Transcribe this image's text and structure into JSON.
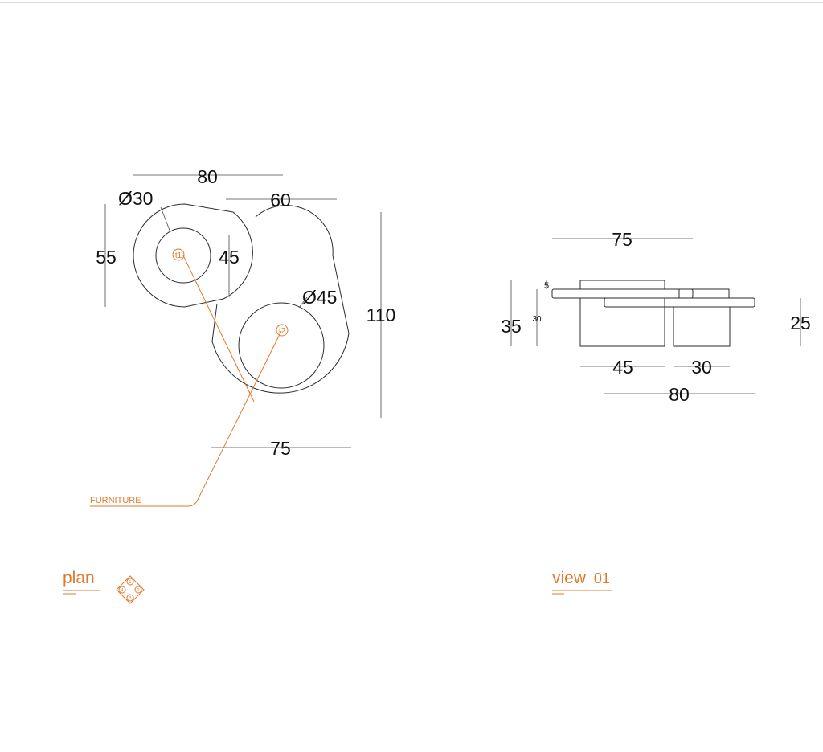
{
  "plan": {
    "dims": {
      "top_width": "80",
      "right_width": "60",
      "left_height": "55",
      "inner_height": "45",
      "total_height": "110",
      "bottom_width": "75",
      "small_diameter": "Ø30",
      "large_diameter": "Ø45"
    },
    "tags": {
      "t1": "t1",
      "t2": "t2"
    },
    "leader_label": "FURNITURE",
    "title": "plan",
    "compass": {
      "n": "1",
      "e": "2",
      "s": "3",
      "w": "4"
    }
  },
  "view": {
    "dims": {
      "top_width": "75",
      "top_thickness": "5",
      "left_total_height": "35",
      "left_body_height": "30",
      "right_height": "25",
      "block_left_width": "45",
      "block_right_width": "30",
      "bottom_width": "80"
    },
    "title_main": "view",
    "title_number": "01"
  },
  "colors": {
    "line": "#2b2b2b",
    "accent": "#e07a2e",
    "background": "#ffffff"
  }
}
